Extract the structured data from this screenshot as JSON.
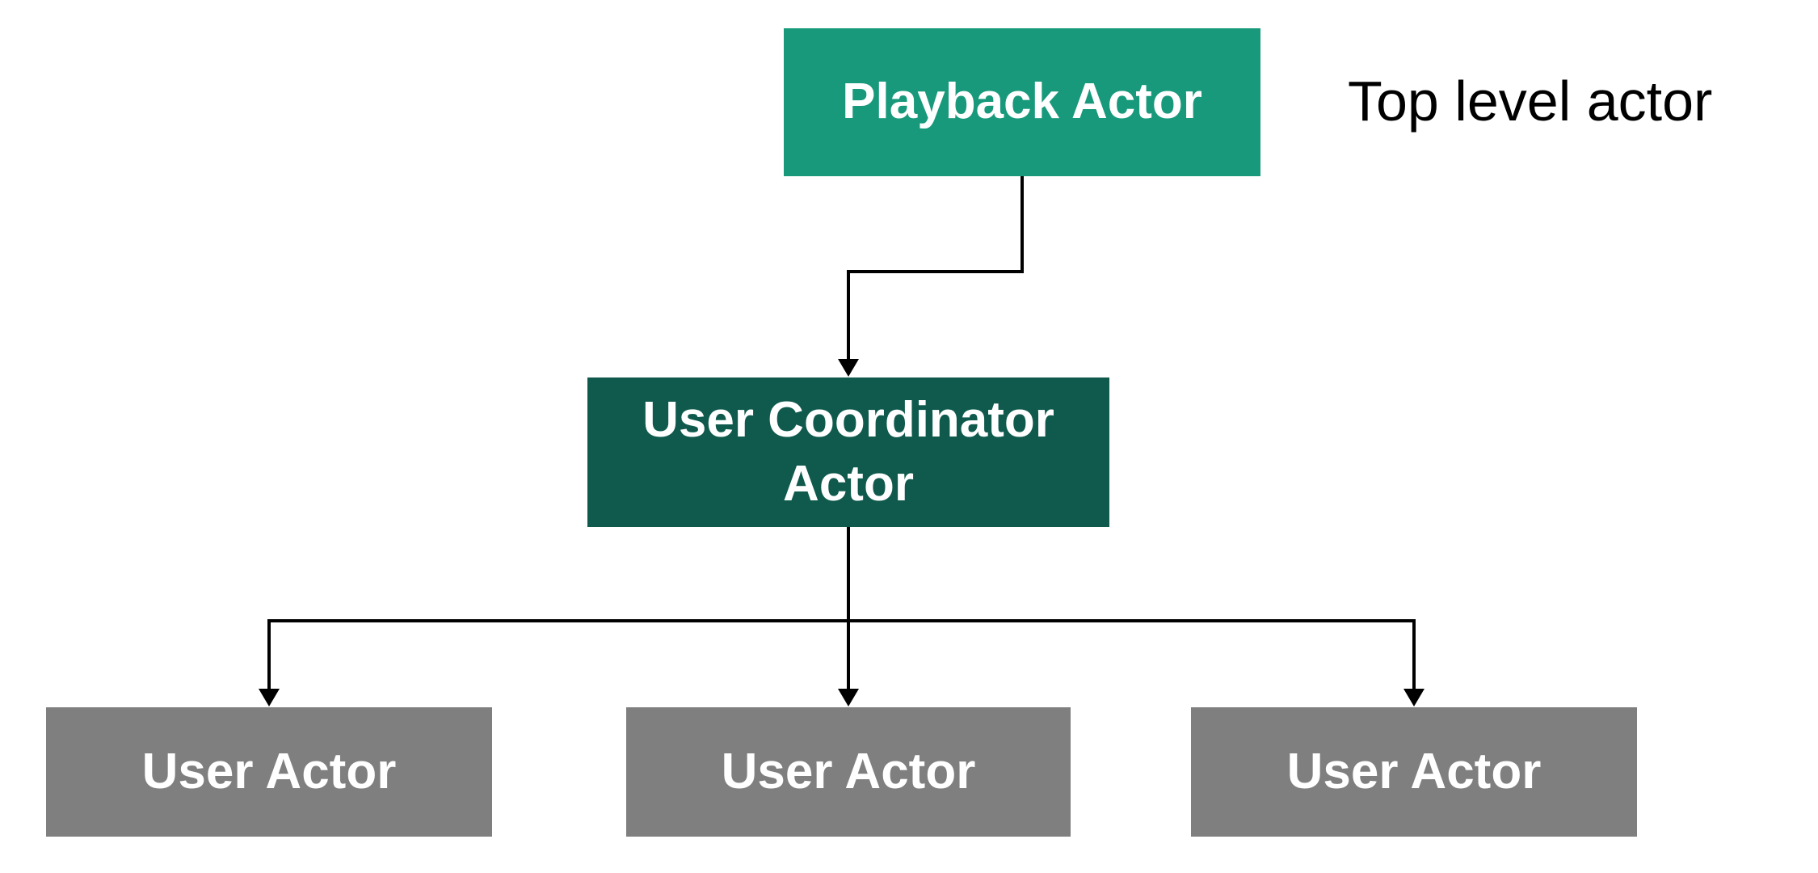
{
  "diagram": {
    "nodes": {
      "playback": {
        "label": "Playback Actor",
        "color": "#18997B"
      },
      "coordinator": {
        "label": "User Coordinator Actor",
        "color": "#0F5A4D"
      },
      "user1": {
        "label": "User Actor",
        "color": "#7F7F7F"
      },
      "user2": {
        "label": "User Actor",
        "color": "#7F7F7F"
      },
      "user3": {
        "label": "User Actor",
        "color": "#7F7F7F"
      }
    },
    "annotation": {
      "text": "Top level actor",
      "color": "#000000"
    },
    "colors": {
      "connector": "#000000",
      "node_text": "#FFFFFF",
      "background": "#FFFFFF"
    }
  }
}
